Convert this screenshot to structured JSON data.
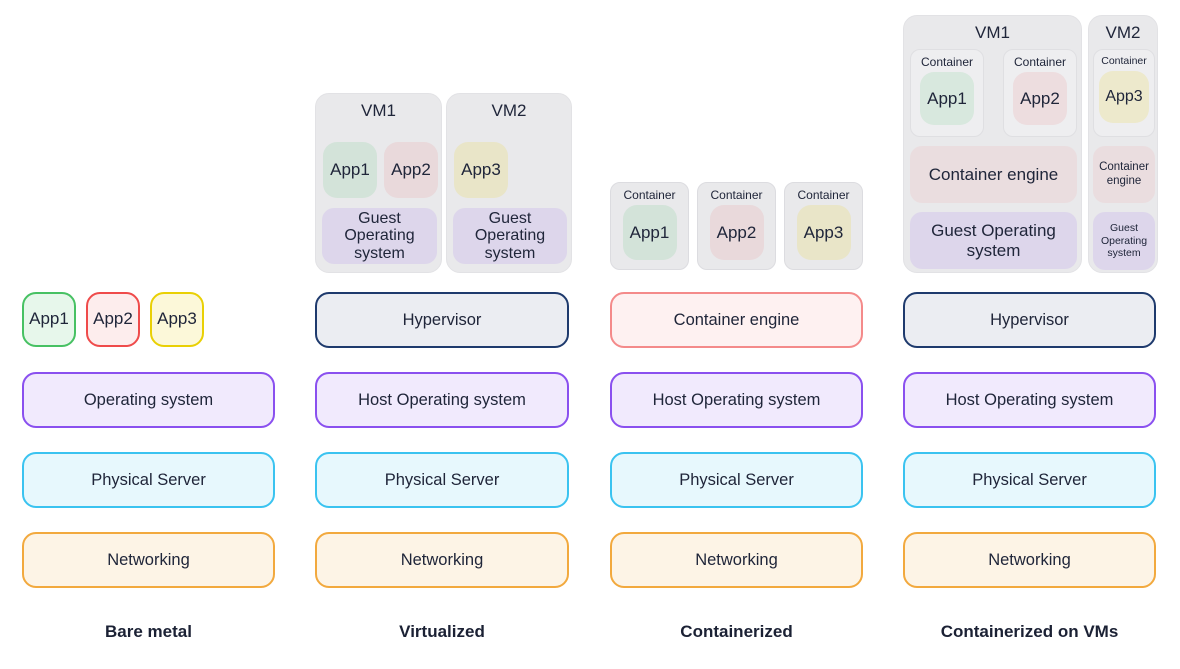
{
  "palette": {
    "green": "#47c163",
    "red": "#ef4b4b",
    "yellow": "#e9d004",
    "purple": "#8a50ef",
    "cyan": "#3ac3f0",
    "orange": "#f2a93e",
    "navy": "#1e3a6d",
    "salmon": "#f48a8a",
    "vm_gray": "#e9e9eb",
    "text": "#20263a"
  },
  "columns": [
    {
      "label": "Bare metal",
      "apps": [
        {
          "name": "App1"
        },
        {
          "name": "App2"
        },
        {
          "name": "App3"
        }
      ],
      "stack": [
        {
          "label": "Operating system"
        },
        {
          "label": "Physical Server"
        },
        {
          "label": "Networking"
        }
      ]
    },
    {
      "label": "Virtualized",
      "vms": [
        {
          "title": "VM1",
          "apps": [
            {
              "name": "App1"
            },
            {
              "name": "App2"
            }
          ],
          "guest_os": "Guest Operating system"
        },
        {
          "title": "VM2",
          "apps": [
            {
              "name": "App3"
            }
          ],
          "guest_os": "Guest Operating system"
        }
      ],
      "stack": [
        {
          "label": "Hypervisor"
        },
        {
          "label": "Host Operating system"
        },
        {
          "label": "Physical Server"
        },
        {
          "label": "Networking"
        }
      ]
    },
    {
      "label": "Containerized",
      "containers": [
        {
          "label": "Container",
          "app": "App1"
        },
        {
          "label": "Container",
          "app": "App2"
        },
        {
          "label": "Container",
          "app": "App3"
        }
      ],
      "stack": [
        {
          "label": "Container engine"
        },
        {
          "label": "Host Operating system"
        },
        {
          "label": "Physical Server"
        },
        {
          "label": "Networking"
        }
      ]
    },
    {
      "label": "Containerized on VMs",
      "vms": [
        {
          "title": "VM1",
          "containers": [
            {
              "label": "Container",
              "app": "App1"
            },
            {
              "label": "Container",
              "app": "App2"
            }
          ],
          "engine": "Container engine",
          "guest_os": "Guest Operating system"
        },
        {
          "title": "VM2",
          "containers": [
            {
              "label": "Container",
              "app": "App3"
            }
          ],
          "engine": "Container engine",
          "guest_os": "Guest Operating system"
        }
      ],
      "stack": [
        {
          "label": "Hypervisor"
        },
        {
          "label": "Host Operating system"
        },
        {
          "label": "Physical Server"
        },
        {
          "label": "Networking"
        }
      ]
    }
  ]
}
